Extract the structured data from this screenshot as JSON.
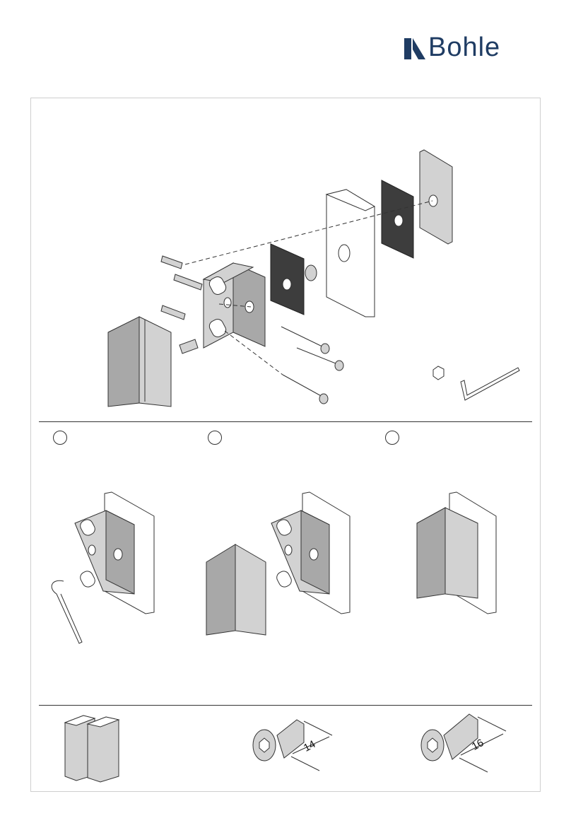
{
  "brand": {
    "name": "Bohle",
    "color": "#1f3c63"
  },
  "screws": [
    {
      "length_label": "14"
    },
    {
      "length_label": "16"
    }
  ],
  "colors": {
    "metal": "#cfcfcf",
    "metal_dark": "#9a9a9a",
    "gasket": "#3a3a3a",
    "line": "#333333"
  },
  "icons": [
    "hexagon-icon",
    "hex-key-icon"
  ]
}
